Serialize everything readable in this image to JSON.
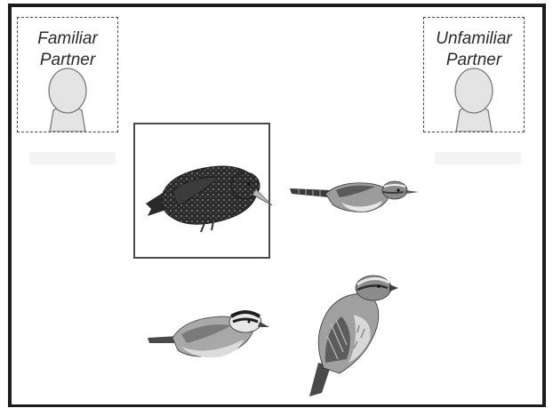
{
  "partners": {
    "familiar": {
      "line1": "Familiar",
      "line2": "Partner"
    },
    "unfamiliar": {
      "line1": "Unfamiliar",
      "line2": "Partner"
    }
  },
  "birds": [
    {
      "name": "starling",
      "selected": true
    },
    {
      "name": "wren",
      "selected": false
    },
    {
      "name": "nuthatch",
      "selected": false
    },
    {
      "name": "sparrow",
      "selected": false
    }
  ],
  "colors": {
    "frame": "#1c1c1c",
    "selection_box": "#4a4a4a",
    "avatar_fill": "#e4e4e4",
    "avatar_stroke": "#7a7a7a"
  }
}
